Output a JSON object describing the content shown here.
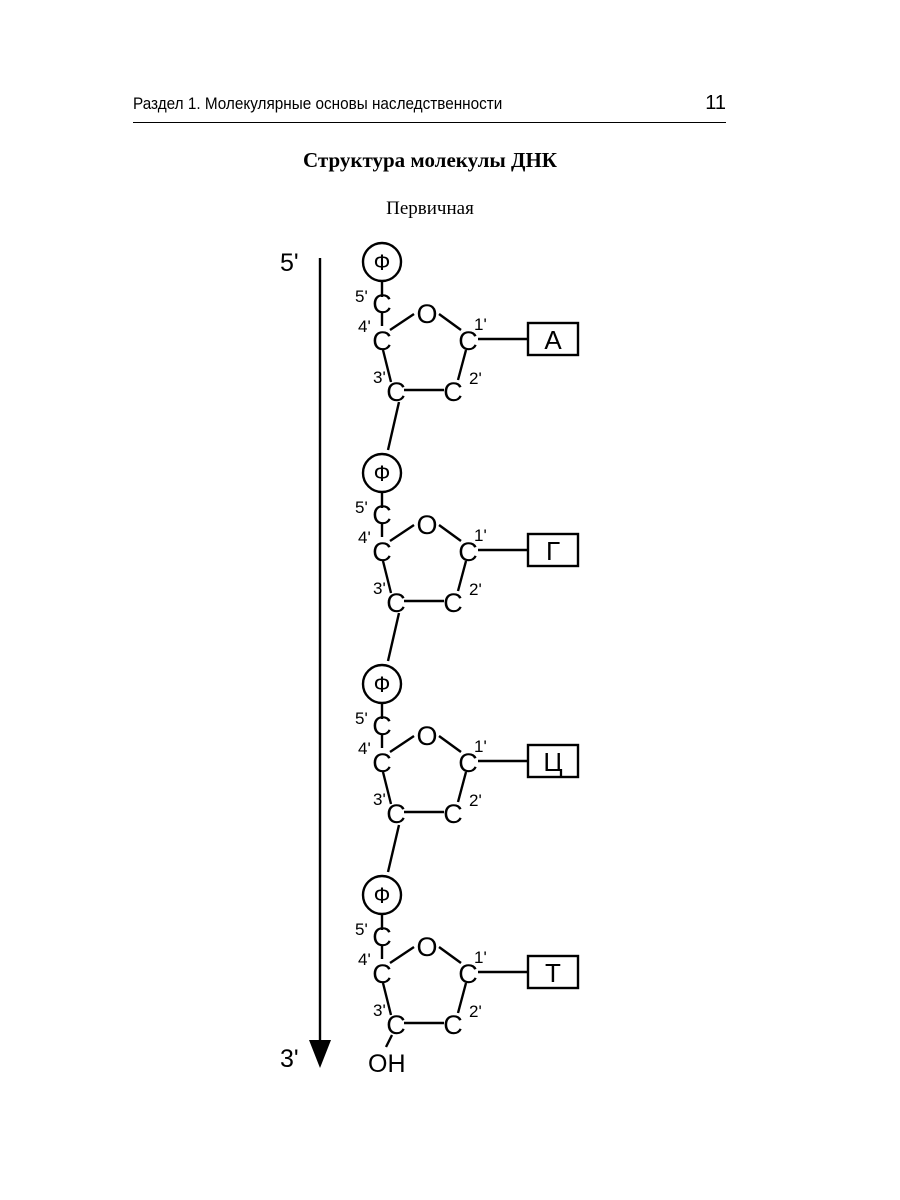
{
  "header": {
    "section": "Раздел 1. Молекулярные основы наследственности",
    "page": "11"
  },
  "title": "Структура молекулы ДНК",
  "subtitle": "Первичная",
  "diagram": {
    "strand_start": "5'",
    "strand_end": "3'",
    "phosphate": "Ф",
    "ring_oxygen": "O",
    "carbon": "C",
    "terminal_group": "OH",
    "positions": {
      "c1": "1'",
      "c2": "2'",
      "c3": "3'",
      "c4": "4'",
      "c5": "5'"
    },
    "nucleotides": [
      {
        "base": "А"
      },
      {
        "base": "Г"
      },
      {
        "base": "Ц"
      },
      {
        "base": "Т"
      }
    ]
  }
}
